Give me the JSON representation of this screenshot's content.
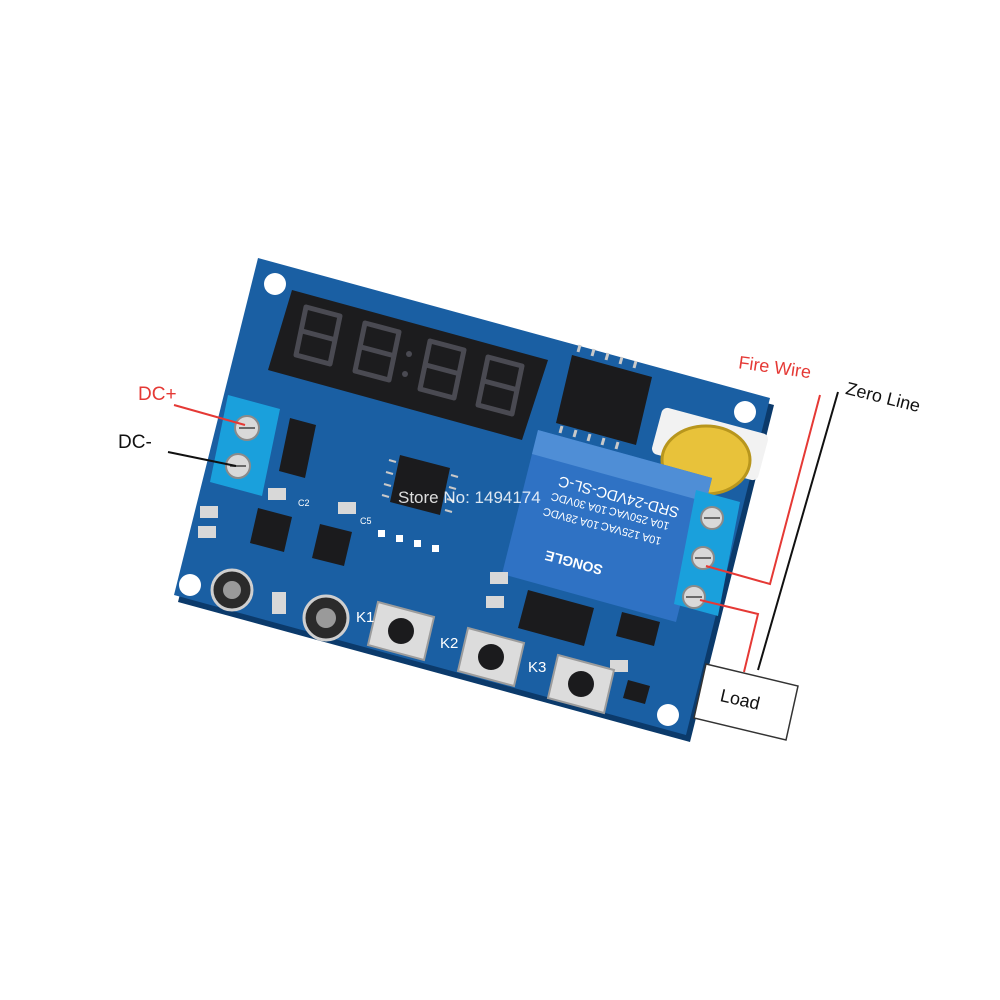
{
  "labels": {
    "dc_plus": "DC+",
    "dc_minus": "DC-",
    "fire_wire": "Fire Wire",
    "zero_line": "Zero Line",
    "load": "Load"
  },
  "silkscreen": {
    "k1": "K1",
    "k2": "K2",
    "k3": "K3",
    "c2": "C2",
    "c5": "C5"
  },
  "relay": {
    "model": "SRD-24VDC-SL-C",
    "rating_1": "10A 250VAC",
    "rating_2": "10A 30VDC",
    "rating_3": "10A 125VAC",
    "rating_4": "10A 28VDC",
    "brand": "SONGLE"
  },
  "watermark": "Store No: 1494174",
  "colors": {
    "pcb": "#1a5fa3",
    "pcb_edge": "#0f4a86",
    "relay": "#2f72c4",
    "terminal": "#1aa0dc",
    "display": "#1c1c1e",
    "fire_wire": "#e53935",
    "zero_line": "#111111"
  }
}
